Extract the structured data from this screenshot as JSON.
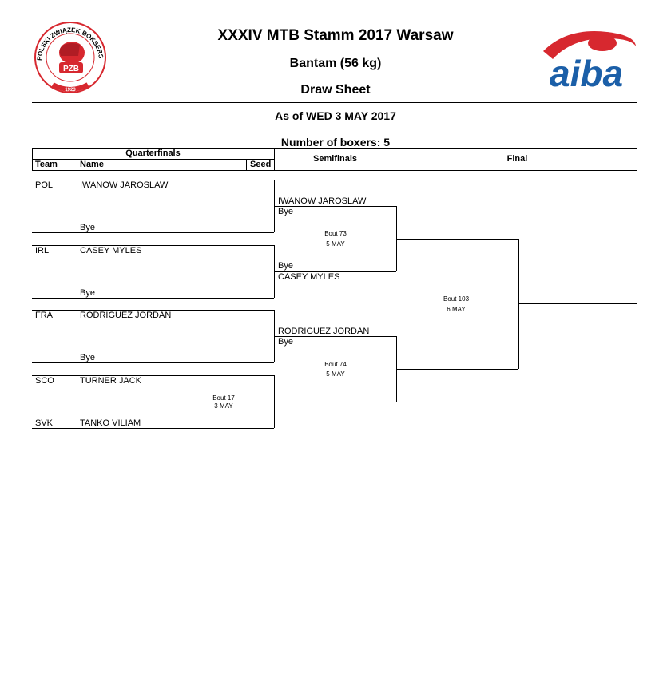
{
  "header": {
    "event_title": "XXXIV MTB Stamm 2017 Warsaw",
    "weight_class": "Bantam (56 kg)",
    "sheet_title": "Draw Sheet",
    "as_of": "As of WED 3 MAY 2017",
    "boxer_count": "Number of boxers: 5",
    "left_logo": {
      "ring_text": "POLSKI ZWIĄZEK BOKSERSKI",
      "badge_text": "PZB",
      "year": "1923",
      "color": "#d7282f"
    },
    "right_logo": {
      "text": "aiba",
      "color_text": "#1b5fa8",
      "color_swoosh": "#d7282f"
    }
  },
  "columns": {
    "quarterfinals": "Quarterfinals",
    "team": "Team",
    "name": "Name",
    "seed": "Seed",
    "semifinals": "Semifinals",
    "final": "Final"
  },
  "quarterfinals": [
    {
      "team": "POL",
      "name": "IWANOW JAROSLAW",
      "opponent": "Bye"
    },
    {
      "team": "IRL",
      "name": "CASEY MYLES",
      "opponent": "Bye"
    },
    {
      "team": "FRA",
      "name": "RODRIGUEZ JORDAN",
      "opponent": "Bye"
    },
    {
      "team": "SCO",
      "name": "TURNER JACK",
      "bout": "Bout 17",
      "date": "3 MAY"
    },
    {
      "team": "SVK",
      "name": "TANKO VILIAM"
    }
  ],
  "semifinals": [
    {
      "top_name": "IWANOW JAROSLAW",
      "top_sub": "Bye",
      "bottom_pre": "Bye",
      "bottom_name": "CASEY MYLES",
      "bout": "Bout 73",
      "date": "5 MAY"
    },
    {
      "top_name": "RODRIGUEZ JORDAN",
      "top_sub": "Bye",
      "bout": "Bout 74",
      "date": "5 MAY"
    }
  ],
  "final": {
    "bout": "Bout 103",
    "date": "6 MAY"
  }
}
